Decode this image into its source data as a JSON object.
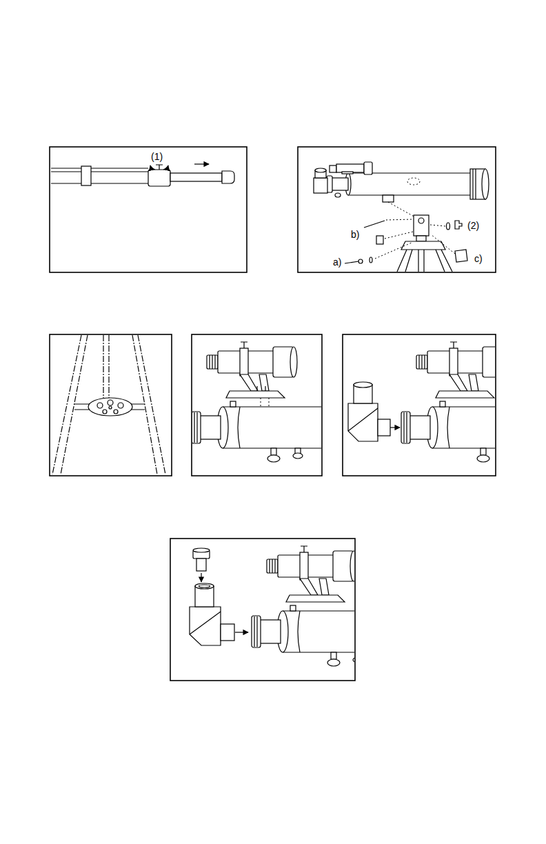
{
  "diagram": {
    "labels": [
      "(1)",
      "b)",
      "(2)",
      "c)",
      "a)"
    ]
  }
}
